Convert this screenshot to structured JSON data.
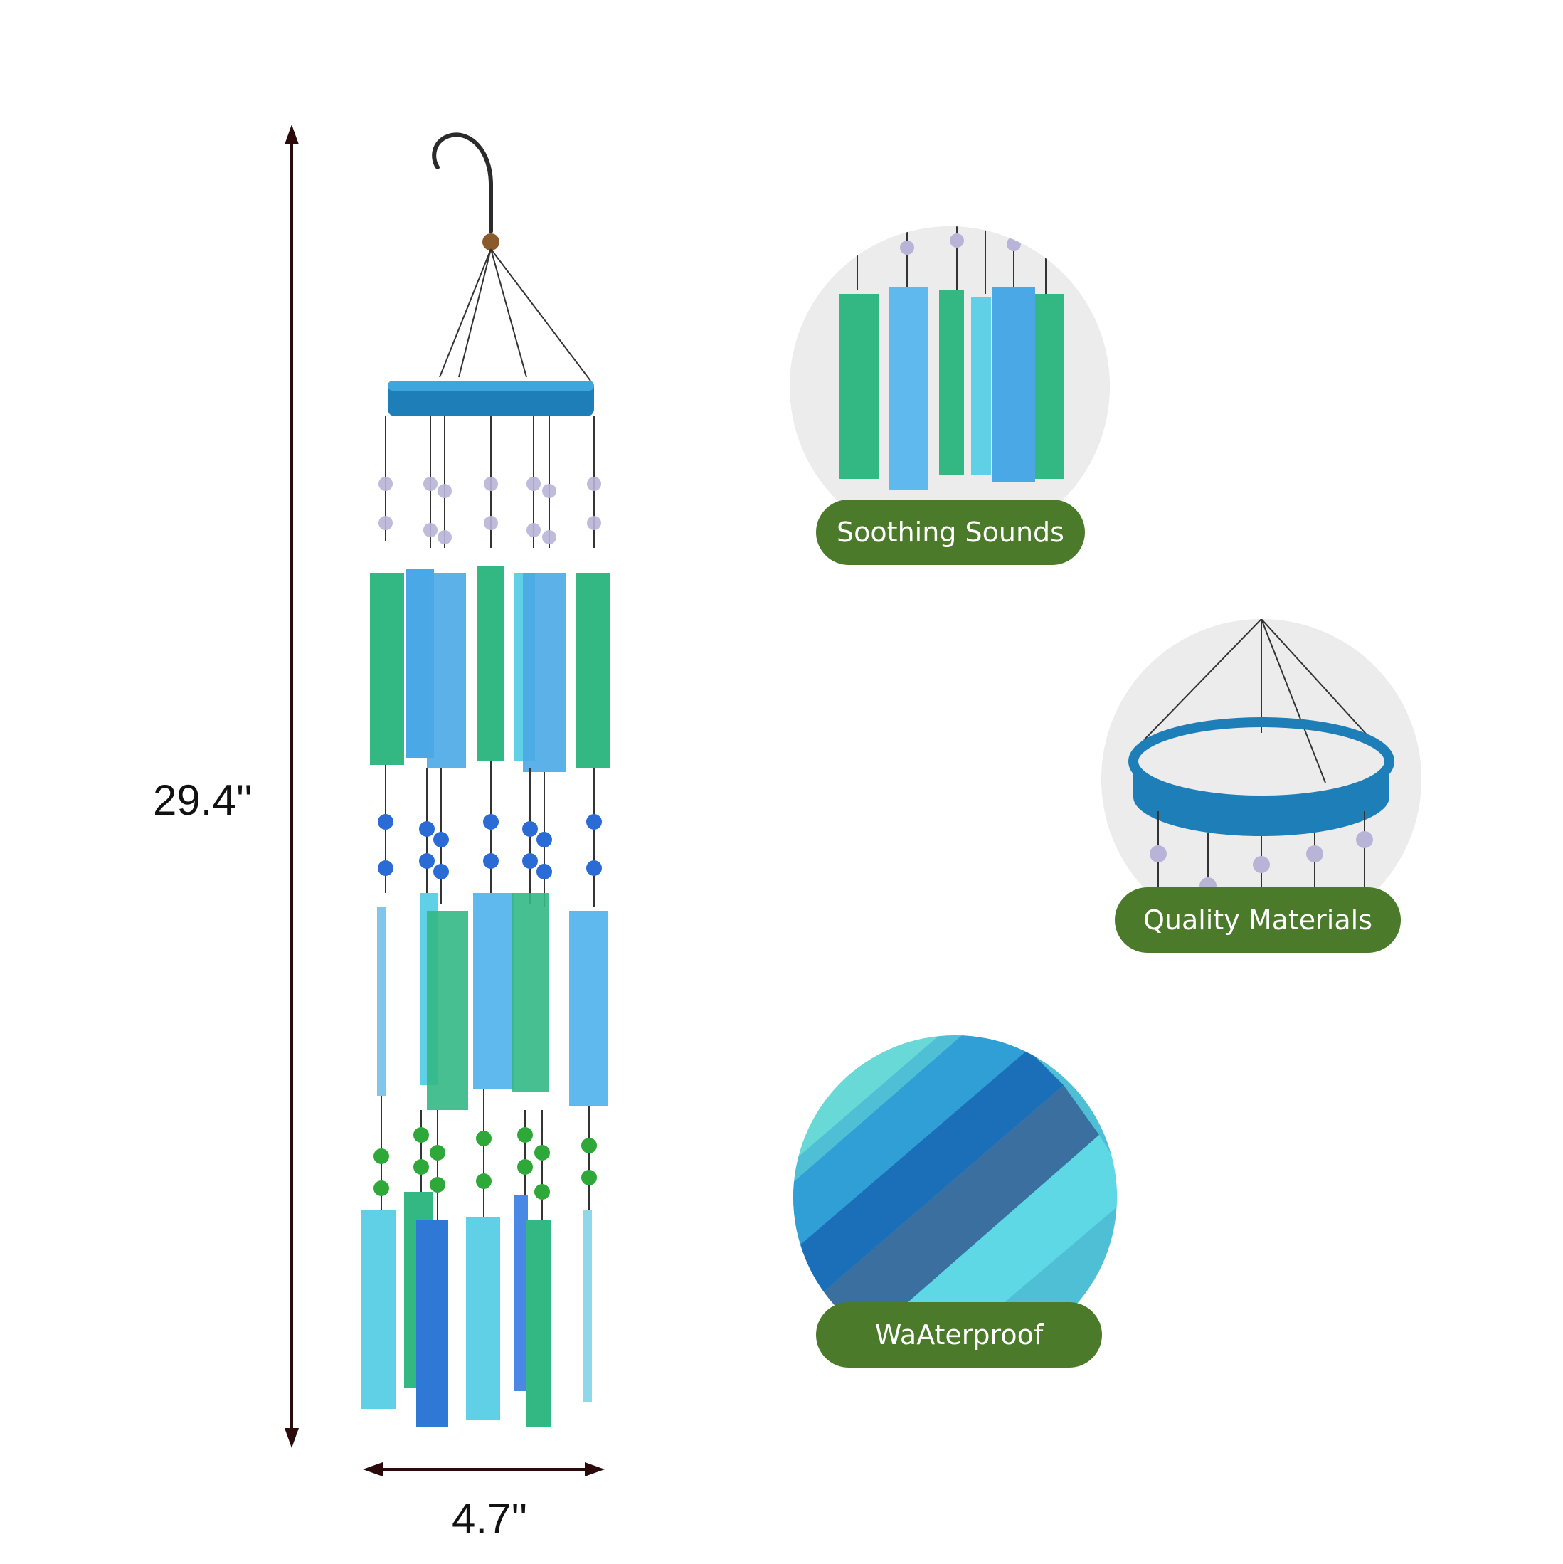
{
  "dimensions": {
    "height_label": "29.4''",
    "width_label": "4.7''"
  },
  "features": [
    {
      "label": "Soothing Sounds"
    },
    {
      "label": "Quality Materials"
    },
    {
      "label": "WaAterproof"
    }
  ],
  "colors": {
    "badge_green": "#4a7a2a",
    "glass_green": "#33b884",
    "glass_blue": "#4aa8e6",
    "glass_aqua": "#5fd0e6",
    "ring_blue": "#1e7fb8",
    "arrow": "#2a0a0a"
  },
  "icons": [
    "hook-icon",
    "arrow-up-icon",
    "arrow-down-icon",
    "arrow-left-icon",
    "arrow-right-icon"
  ]
}
